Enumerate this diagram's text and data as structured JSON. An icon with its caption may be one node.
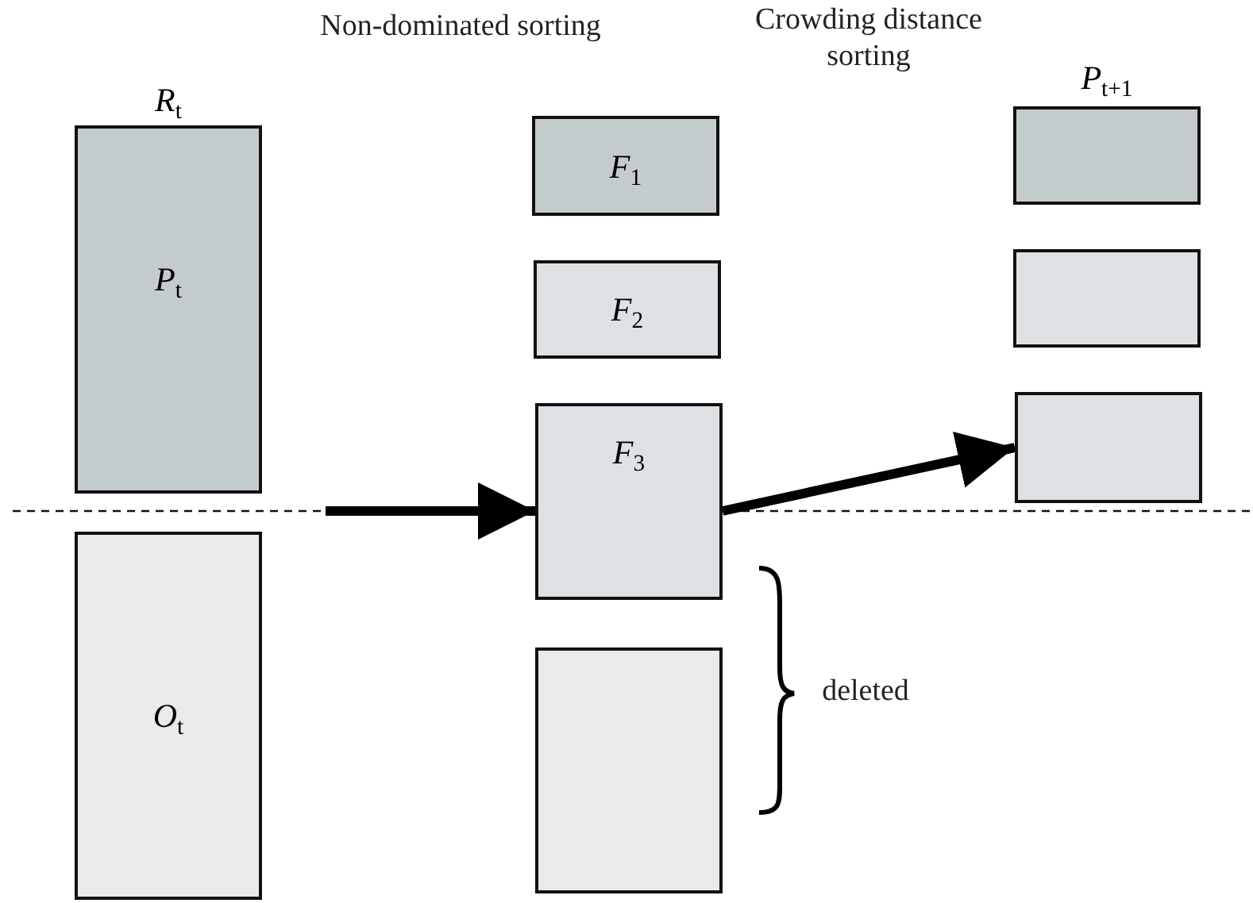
{
  "diagram": {
    "nodes": [
      {
        "text": [
          "*P*$_{t}$"
        ],
        "beside": [
          "*R*$_{t}$"
        ]
      },
      {
        "text": [
          "*O*$_{t}$"
        ]
      },
      {
        "text": [
          "*F*$_{1}$"
        ]
      },
      {
        "text": [
          "*F*$_{2}$"
        ]
      },
      {
        "text": [
          "*F*$_{3}$"
        ]
      },
      {
        "text": [],
        "shape": "box"
      },
      {
        "text": [],
        "shape": "box",
        "beside": [
          "*P*$_{t+1}$"
        ]
      },
      {
        "text": [],
        "shape": "box"
      },
      {
        "text": [],
        "shape": "box"
      }
    ],
    "edges": [
      {
        "from": null,
        "to": 4,
        "arrow": "to"
      },
      {
        "from": 4,
        "to": 8,
        "arrow": "to"
      }
    ],
    "labels": [
      "Non-dominated sorting",
      "Crowding distance sorting",
      "deleted"
    ]
  }
}
